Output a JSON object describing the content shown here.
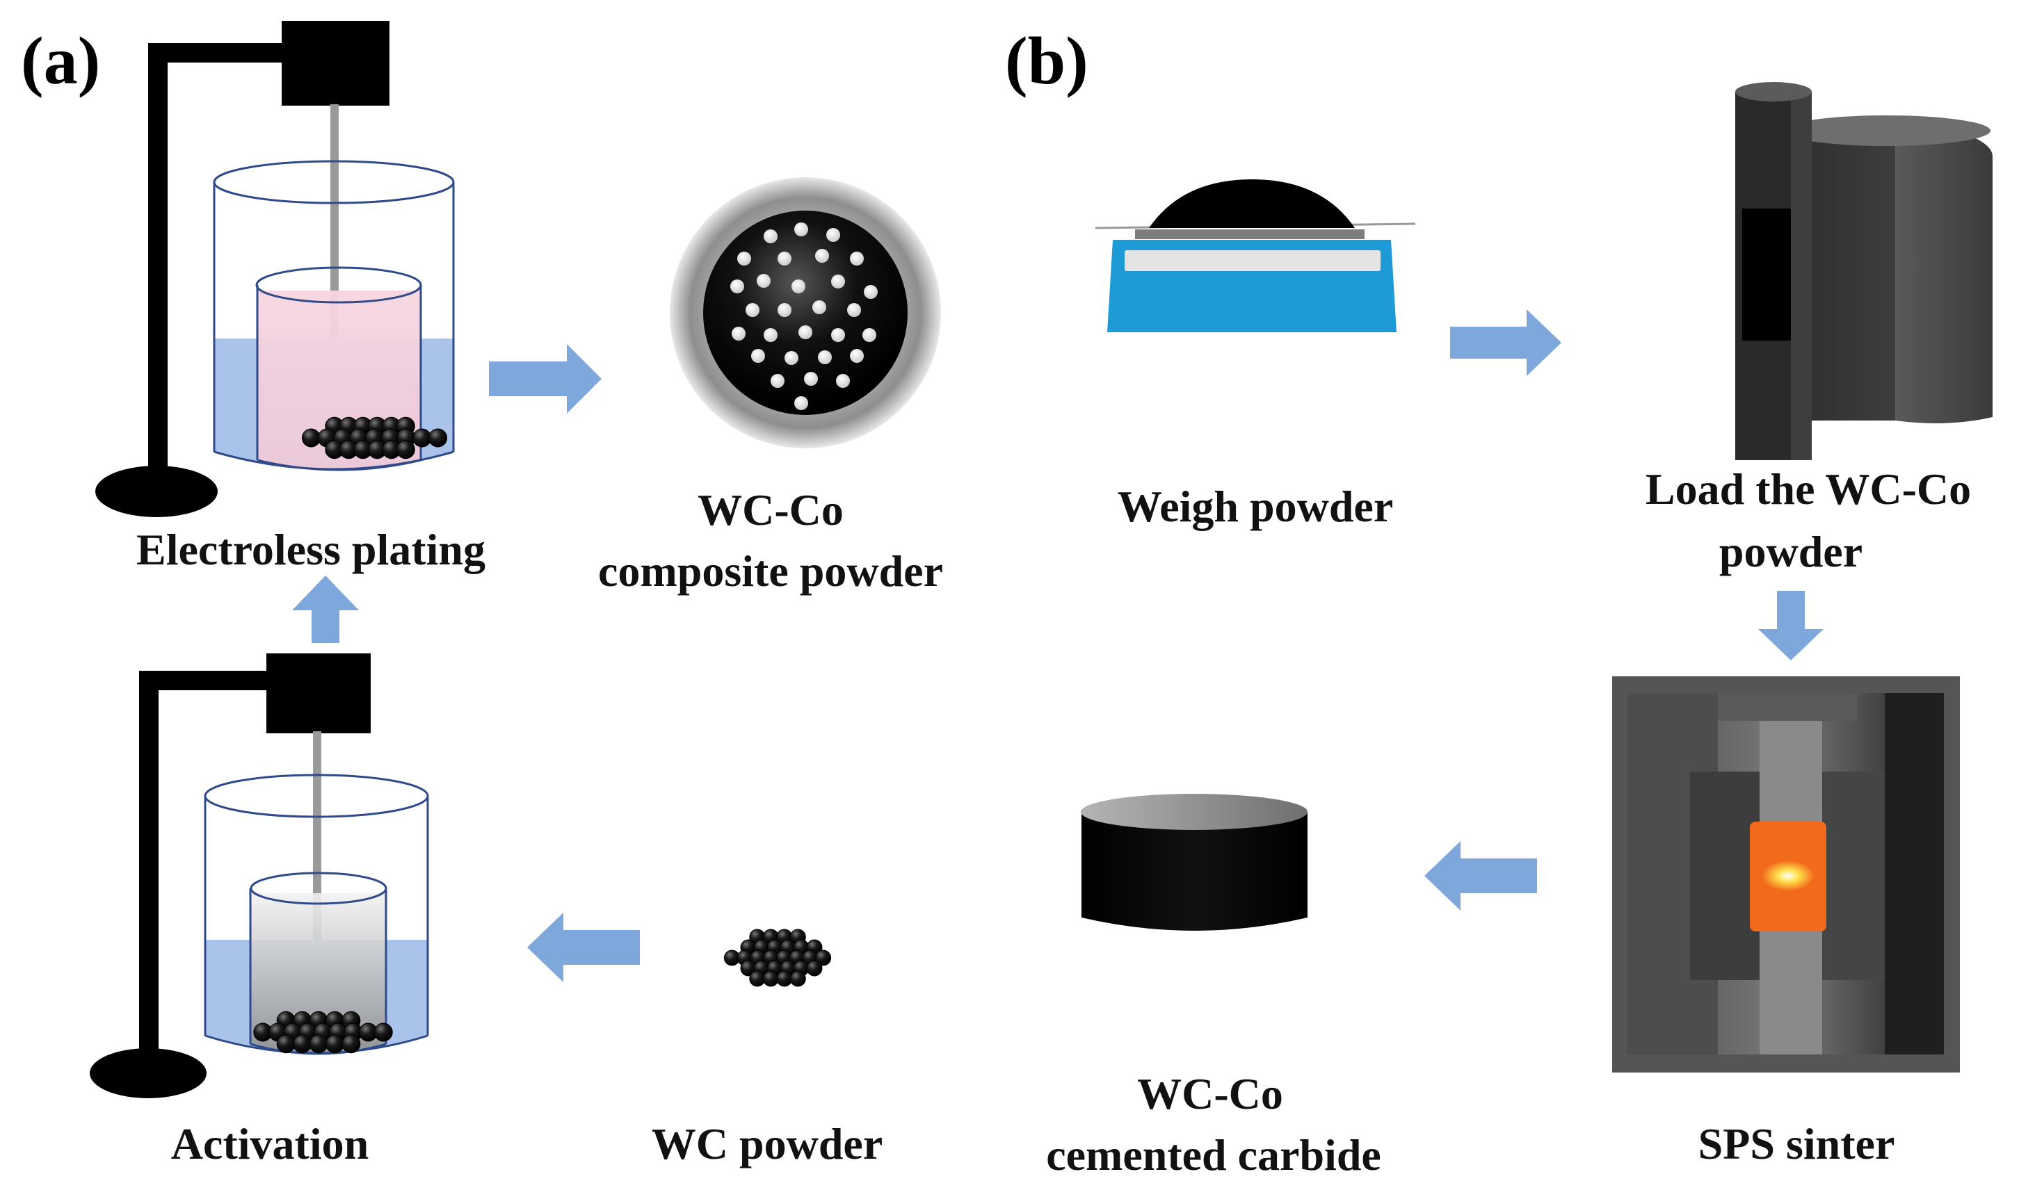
{
  "panels": {
    "a": {
      "label": "(a)"
    },
    "b": {
      "label": "(b)"
    }
  },
  "captions": {
    "electroless_plating": "Electroless plating",
    "composite_powder_line1": "WC-Co",
    "composite_powder_line2": "composite powder",
    "activation": "Activation",
    "wc_powder": "WC powder",
    "weigh_powder": "Weigh powder",
    "load_powder_line1": "Load the WC-Co",
    "load_powder_line2": "powder",
    "sps_sinter": "SPS sinter",
    "cemented_carbide_line1": "WC-Co",
    "cemented_carbide_line2": "cemented carbide"
  },
  "colors": {
    "arrow": "#7ea7dc",
    "solution": "#a9c3ea",
    "pink_solution": "#f4cedb",
    "balance_blue": "#1e9ad6",
    "hot_zone": "#f26a1b"
  },
  "icons": {
    "stirrer": "mechanical-stirrer-icon",
    "beaker": "beaker-icon",
    "balance": "balance-scale-icon",
    "die": "graphite-die-icon",
    "furnace": "sps-furnace-icon",
    "pellet": "sintered-pellet-icon"
  }
}
